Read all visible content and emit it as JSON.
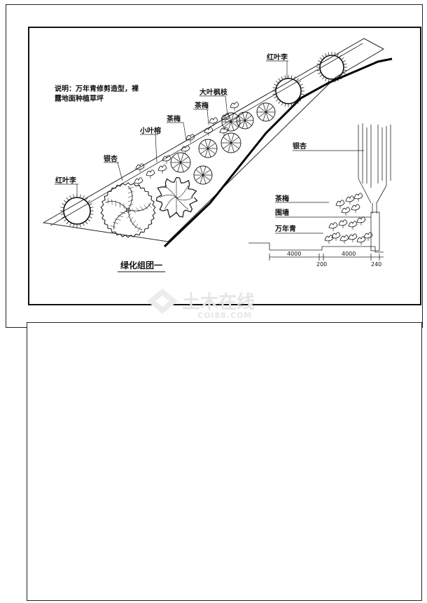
{
  "drawing": {
    "title": "绿化组团一",
    "note_line1": "说明：万年青修剪造型，裸",
    "note_line2": "露地面种植草坪"
  },
  "plan_labels": {
    "hongyeli_left": "红叶李",
    "yinxing": "银杏",
    "xiaoyeti": "小叶榕",
    "chamei_1": "茶梅",
    "chamei_2": "茶梅",
    "dayefengzhi": "大叶枫枝",
    "hongyeli_top": "红叶李"
  },
  "section_labels": {
    "yinxing": "银杏",
    "chamei": "茶梅",
    "weiqiang": "围墙",
    "wannianqing": "万年青"
  },
  "dimensions": {
    "d1": "4000",
    "d2": "200",
    "d3": "4000",
    "d4": "240"
  },
  "watermark": {
    "text": "土木在线",
    "sub": "COI88.COM"
  }
}
